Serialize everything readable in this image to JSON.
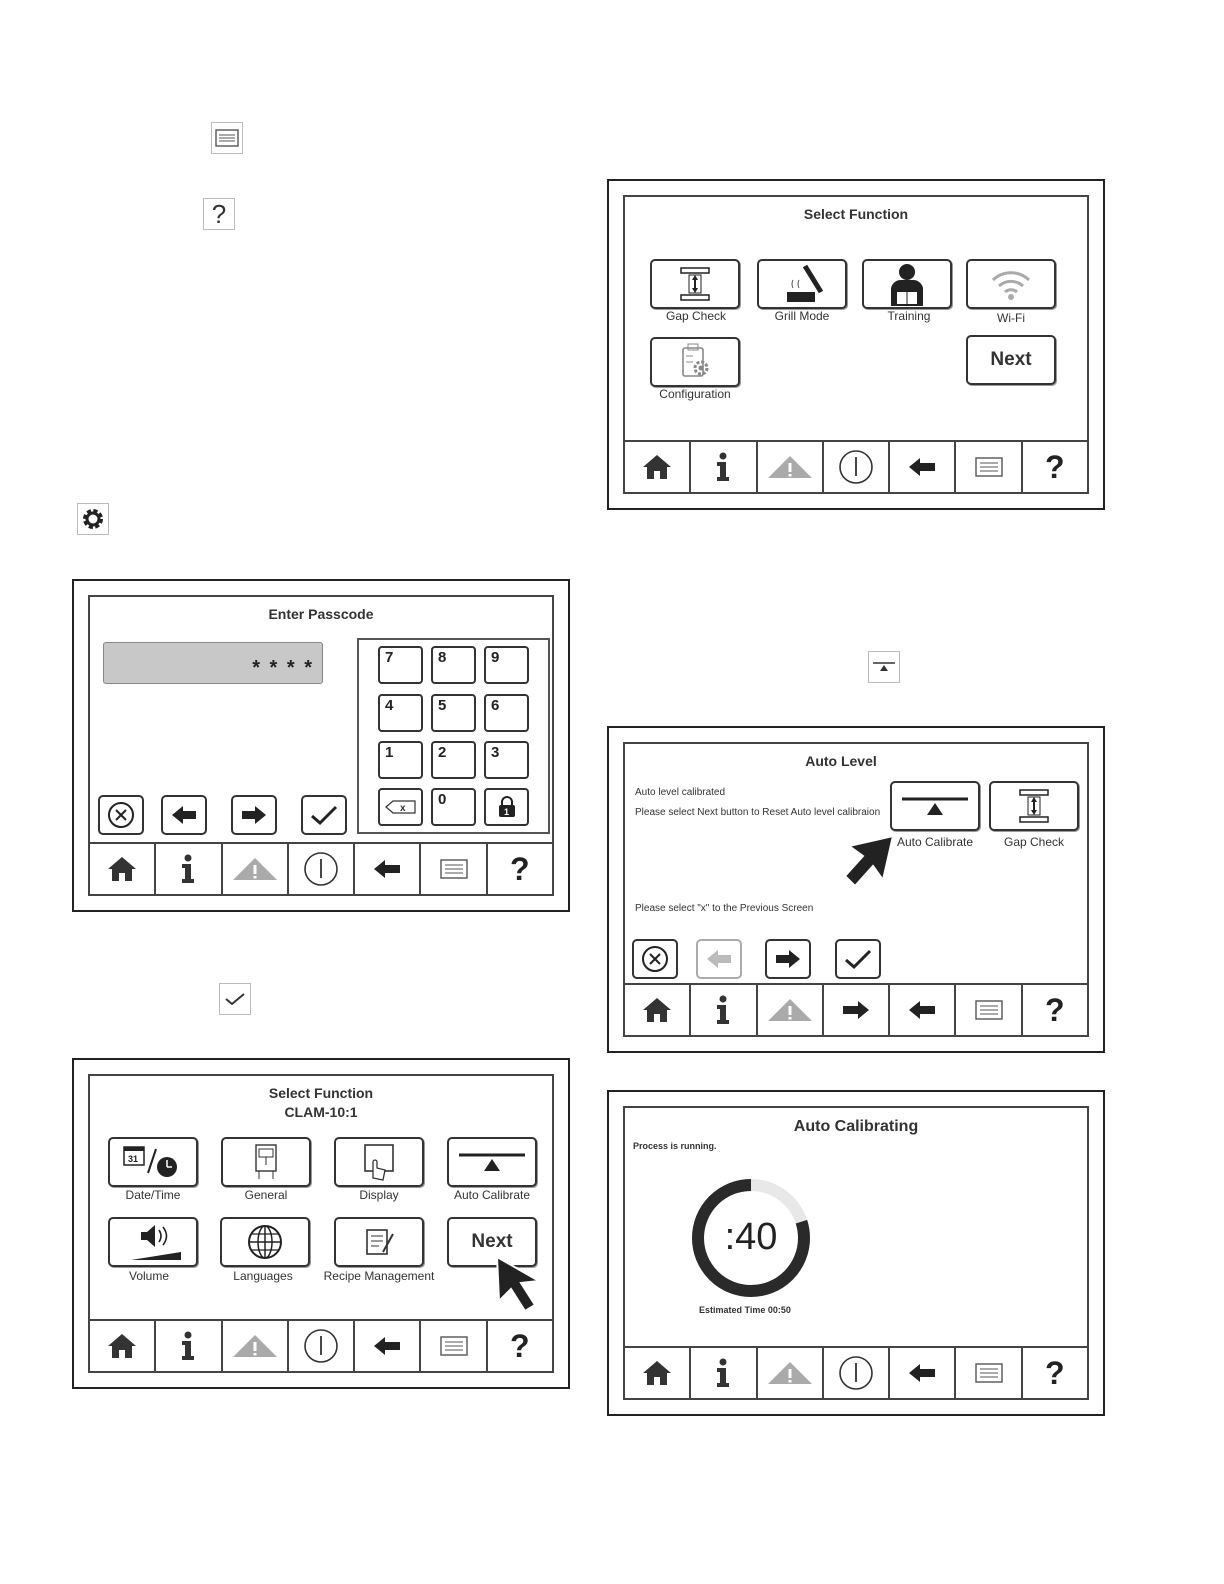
{
  "nav_icons": [
    "home-icon",
    "info-icon",
    "warning-icon",
    "power-icon",
    "back-arrow-icon",
    "menu-icon",
    "help-icon"
  ],
  "passcode": {
    "title": "Enter Passcode",
    "value": "* * * *",
    "keys": [
      "7",
      "8",
      "9",
      "4",
      "5",
      "6",
      "1",
      "2",
      "3",
      "0"
    ]
  },
  "select_function_1": {
    "title": "Select Function",
    "subtitle": "CLAM-10:1",
    "buttons": [
      "Date/Time",
      "General",
      "Display",
      "Auto Calibrate",
      "Volume",
      "Languages",
      "Recipe Management"
    ],
    "next_label": "Next",
    "date_number": "31"
  },
  "select_function_2": {
    "title": "Select Function",
    "buttons": [
      "Gap Check",
      "Grill Mode",
      "Training",
      "Wi-Fi",
      "Configuration"
    ],
    "next_label": "Next"
  },
  "auto_level": {
    "title": "Auto Level",
    "line1": "Auto level calibrated",
    "line2": "Please select Next button to Reset Auto level calibraion",
    "line3": "Please select \"x\" to the Previous Screen",
    "btn_auto_calibrate": "Auto Calibrate",
    "btn_gap_check": "Gap Check"
  },
  "auto_calibrating": {
    "title": "Auto Calibrating",
    "status": "Process is running.",
    "timer": ":40",
    "estimated": "Estimated Time 00:50",
    "progress_fraction": 0.8
  }
}
